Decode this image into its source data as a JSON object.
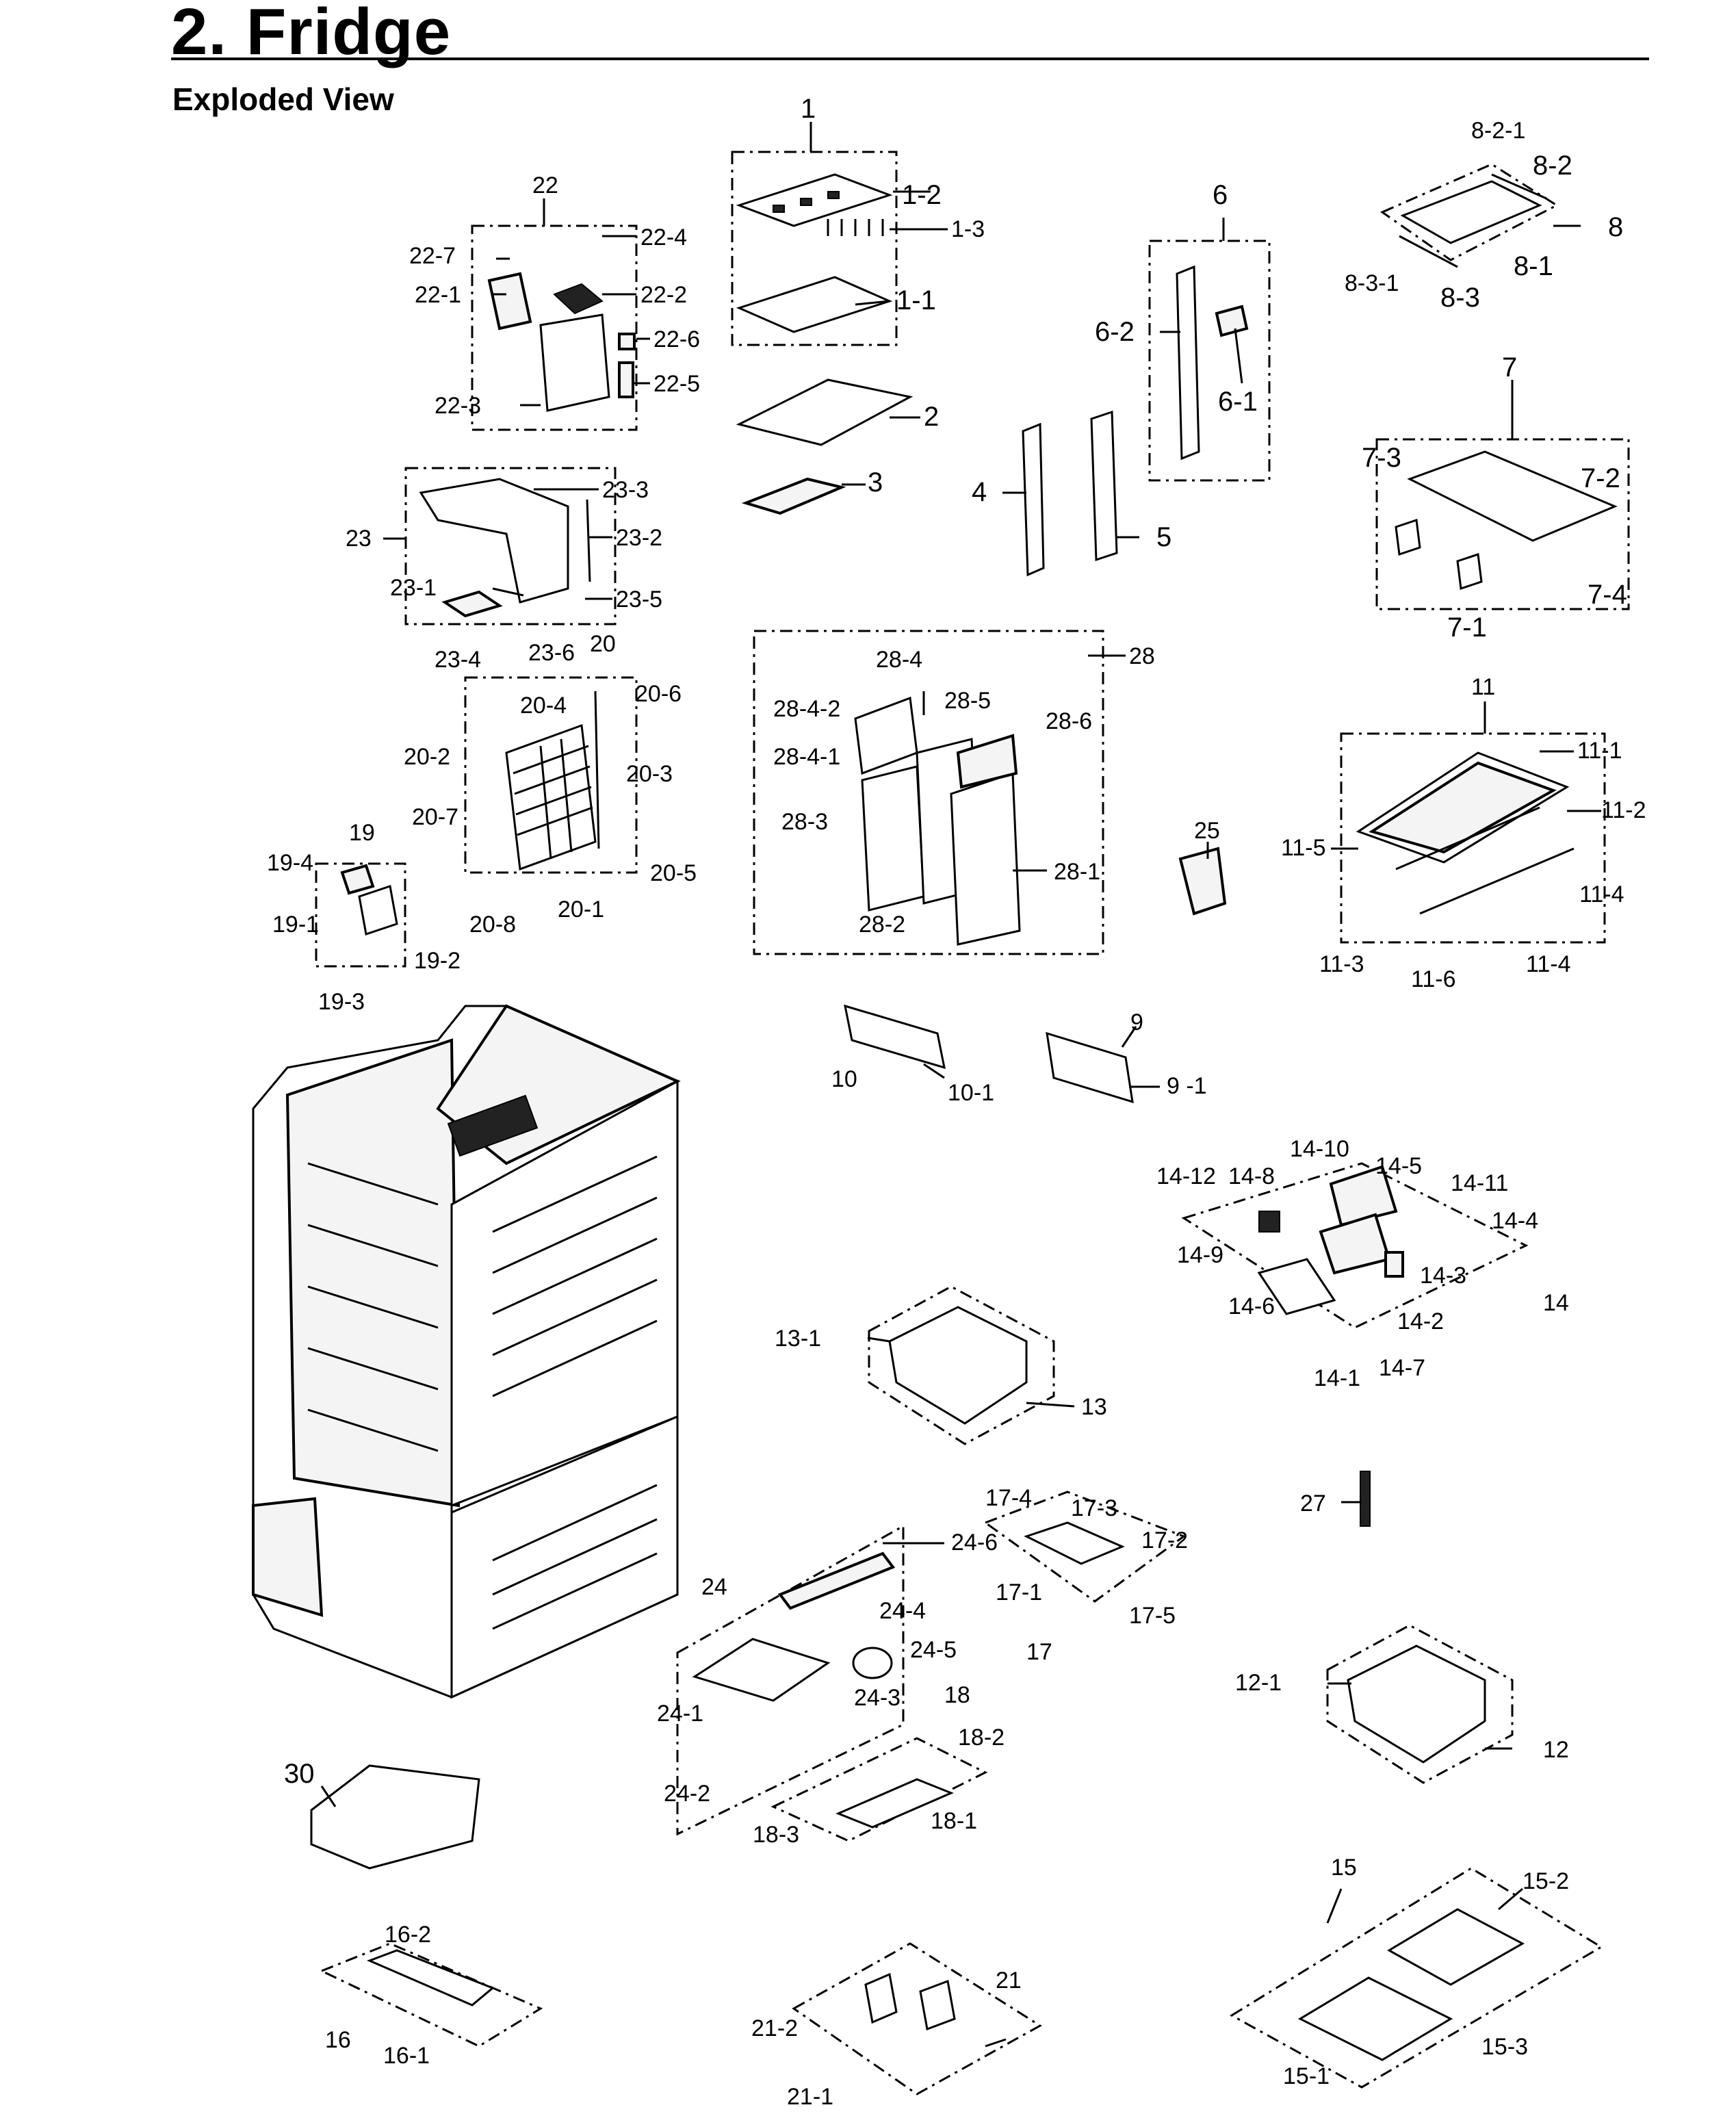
{
  "header": {
    "title": "2.  Fridge",
    "subtitle": "Exploded View"
  },
  "labels": {
    "g1": "1",
    "g1_2": "1-2",
    "g1_3": "1-3",
    "g1_1": "1-1",
    "g2": "2",
    "g3": "3",
    "g4": "4",
    "g5": "5",
    "g6": "6",
    "g6_2": "6-2",
    "g6_1": "6-1",
    "g8_2_1": "8-2-1",
    "g8_2": "8-2",
    "g8": "8",
    "g8_3_1": "8-3-1",
    "g8_1": "8-1",
    "g8_3": "8-3",
    "g7": "7",
    "g7_3": "7-3",
    "g7_2": "7-2",
    "g7_4": "7-4",
    "g7_1": "7-1",
    "g22": "22",
    "g22_7": "22-7",
    "g22_4": "22-4",
    "g22_1": "22-1",
    "g22_2": "22-2",
    "g22_6": "22-6",
    "g22_5": "22-5",
    "g22_3": "22-3",
    "g23": "23",
    "g23_3": "23-3",
    "g23_2": "23-2",
    "g23_1": "23-1",
    "g23_5": "23-5",
    "g23_4": "23-4",
    "g23_6": "23-6",
    "g20": "20",
    "g20_4": "20-4",
    "g20_6": "20-6",
    "g20_2": "20-2",
    "g20_3": "20-3",
    "g20_7": "20-7",
    "g20_5": "20-5",
    "g20_8": "20-8",
    "g20_1": "20-1",
    "g19": "19",
    "g19_4": "19-4",
    "g19_1": "19-1",
    "g19_2": "19-2",
    "g19_3": "19-3",
    "g28": "28",
    "g28_4": "28-4",
    "g28_4_2": "28-4-2",
    "g28_5": "28-5",
    "g28_6": "28-6",
    "g28_4_1": "28-4-1",
    "g28_3": "28-3",
    "g28_1": "28-1",
    "g28_2": "28-2",
    "g25": "25",
    "g11": "11",
    "g11_1": "11-1",
    "g11_2": "11-2",
    "g11_5": "11-5",
    "g11_4a": "11-4",
    "g11_3": "11-3",
    "g11_6": "11-6",
    "g11_4b": "11-4",
    "g9": "9",
    "g9_1": "9 -1",
    "g10": "10",
    "g10_1": "10-1",
    "g14_10": "14-10",
    "g14_12": "14-12",
    "g14_8": "14-8",
    "g14_5": "14-5",
    "g14_11": "14-11",
    "g14_4": "14-4",
    "g14_9": "14-9",
    "g14_3": "14-3",
    "g14": "14",
    "g14_6": "14-6",
    "g14_2": "14-2",
    "g14_1": "14-1",
    "g14_7": "14-7",
    "g13_1": "13-1",
    "g13": "13",
    "g17_4": "17-4",
    "g17_3": "17-3",
    "g17_2": "17-2",
    "g17_1": "17-1",
    "g17_5": "17-5",
    "g17": "17",
    "g27": "27",
    "g24_6": "24-6",
    "g24": "24",
    "g24_4": "24-4",
    "g24_5": "24-5",
    "g24_1": "24-1",
    "g24_3": "24-3",
    "g24_2": "24-2",
    "g18": "18",
    "g18_2": "18-2",
    "g18_3": "18-3",
    "g18_1": "18-1",
    "g12_1": "12-1",
    "g12": "12",
    "g30": "30",
    "g16_2": "16-2",
    "g16": "16",
    "g16_1": "16-1",
    "g21": "21",
    "g21_2": "21-2",
    "g21_1": "21-1",
    "g15": "15",
    "g15_2": "15-2",
    "g15_1": "15-1",
    "g15_3": "15-3"
  }
}
